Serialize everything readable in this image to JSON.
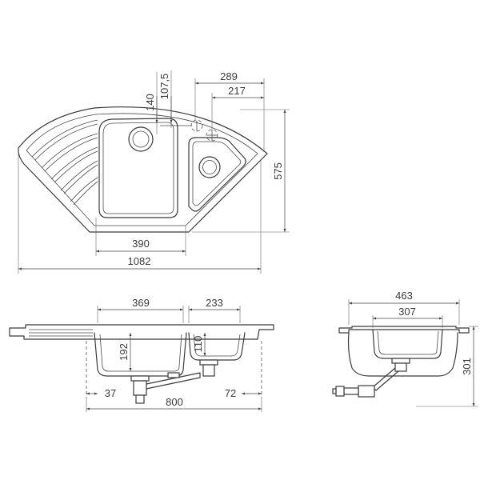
{
  "top_view": {
    "dims": {
      "d140": "140",
      "d107_5": "107,5",
      "d289": "289",
      "d217": "217",
      "d575": "575",
      "d390": "390",
      "d1082": "1082"
    }
  },
  "front_view": {
    "dims": {
      "d369": "369",
      "d233": "233",
      "d192": "192",
      "d110": "110",
      "d37": "37",
      "d72": "72",
      "d800": "800"
    }
  },
  "side_view": {
    "dims": {
      "d463": "463",
      "d307": "307",
      "d301": "301"
    }
  }
}
